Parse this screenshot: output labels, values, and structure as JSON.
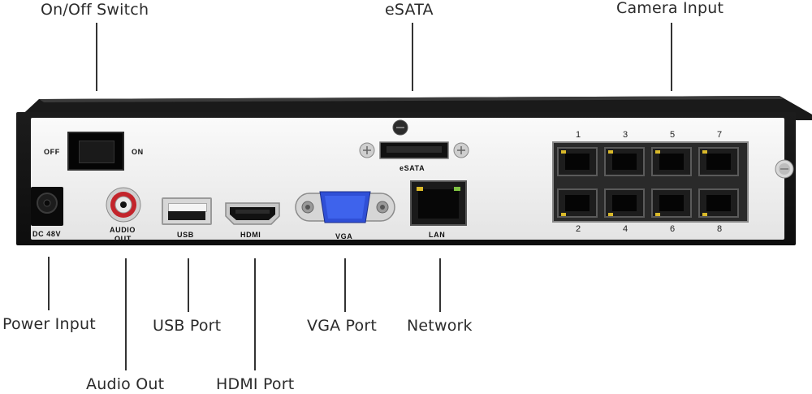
{
  "callouts": {
    "on_off_switch": "On/Off Switch",
    "esata": "eSATA",
    "camera_input": "Camera Input",
    "power_input": "Power Input",
    "audio_out": "Audio Out",
    "usb_port": "USB Port",
    "hdmi_port": "HDMI Port",
    "vga_port": "VGA Port",
    "network": "Network"
  },
  "panel": {
    "off": "OFF",
    "on": "ON",
    "dc": "DC 48V",
    "audio_line1": "AUDIO",
    "audio_line2": "OUT",
    "usb": "USB",
    "hdmi": "HDMI",
    "vga": "VGA",
    "lan": "LAN",
    "esata": "eSATA"
  },
  "camera_ports": {
    "top_row": [
      "1",
      "3",
      "5",
      "7"
    ],
    "bottom_row": [
      "2",
      "4",
      "6",
      "8"
    ]
  },
  "colors": {
    "chassis": "#111111",
    "panel": "#f2f2f2",
    "vga_connector": "#2f4fd6",
    "audio_jack": "#c3242b",
    "port_led": "#d9b92a"
  }
}
